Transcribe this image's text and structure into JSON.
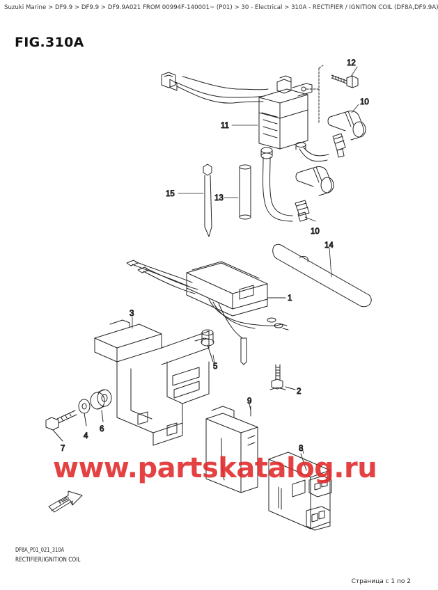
{
  "breadcrumb": "Suzuki Marine > DF9.9 > DF9.9 > DF9.9A021 FROM 00994F-140001~ (P01) > 30 - Electrical > 310A - RECTIFIER / IGNITION COIL (DF8A,DF9.9A)",
  "figure": {
    "title": "FIG.310A",
    "code": "DF8A_P01_021_310A",
    "description": "RECTIFIER/IGNITION COIL"
  },
  "callouts": {
    "c1": "1",
    "c2": "2",
    "c3": "3",
    "c4": "4",
    "c5": "5",
    "c6": "6",
    "c7": "7",
    "c8": "8",
    "c9": "9",
    "c10a": "10",
    "c10b": "10",
    "c11": "11",
    "c12": "12",
    "c13": "13",
    "c14": "14",
    "c15": "15"
  },
  "fwd_label": "FWD",
  "watermark": "www.partskatalog.ru",
  "page_info": "Страница с 1 по 2",
  "colors": {
    "callout": "#a01a1a",
    "callout_highlight": "#2a9a2a",
    "watermark": "#e02828"
  }
}
